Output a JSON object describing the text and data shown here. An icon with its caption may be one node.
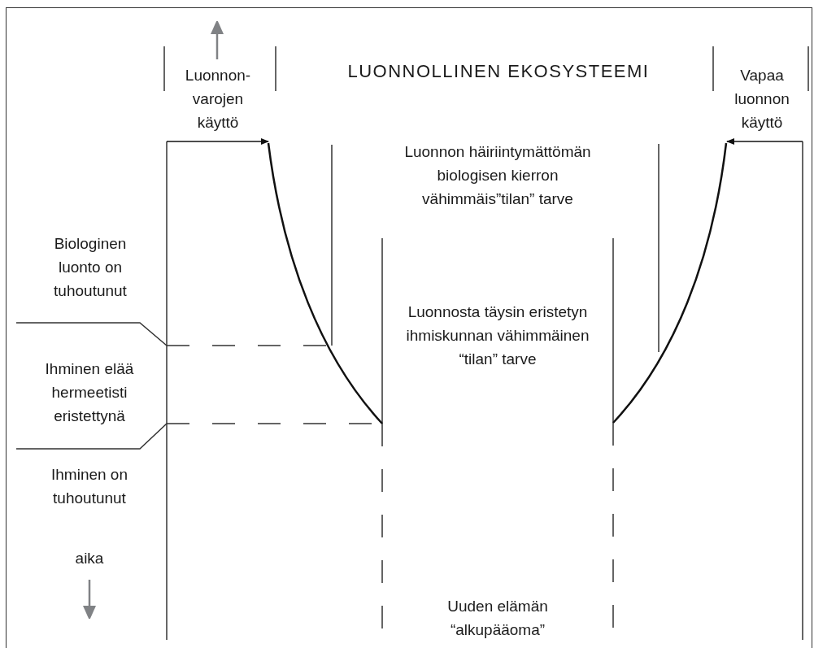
{
  "diagram": {
    "title": "LUONNOLLINEN EKOSYSTEEMI",
    "labels": [
      "Luonnon-varojen käyttö",
      "Vapaa luonnon käyttö",
      "Luonnon häiriintymättömän biologisen kierron vähimmäis”tilan” tarve",
      "Biologinen luonto on tuhoutunut",
      "Luonnosta täysin eristetyn ihmiskunnan vähimmäinen “tilan” tarve",
      "Ihminen elää hermeetisti eristettynä",
      "Ihminen on tuhoutunut",
      "aika",
      "Uuden elämän “alkupääoma”"
    ]
  }
}
